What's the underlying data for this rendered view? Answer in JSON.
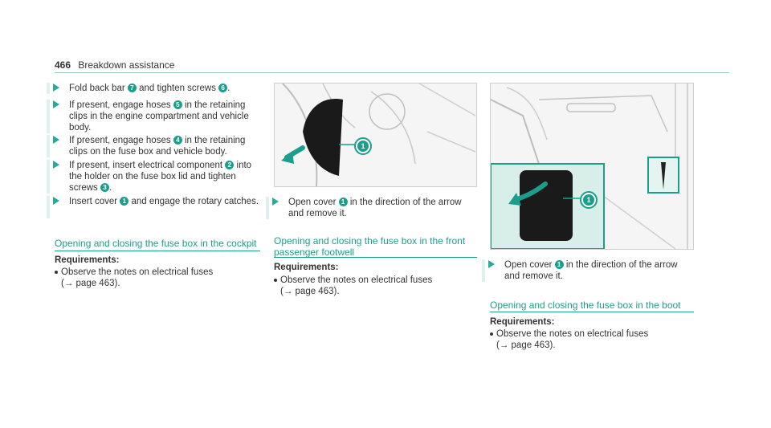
{
  "header": {
    "page_number": "466",
    "section": "Breakdown assistance"
  },
  "col1": {
    "steps": [
      {
        "pre": "Fold back bar ",
        "n1": "7",
        "mid": " and tighten screws ",
        "n2": "6",
        "post": "."
      },
      {
        "pre": "If present, engage hoses ",
        "n1": "5",
        "mid": " in the retaining clips in the engine compartment and vehicle body."
      },
      {
        "pre": "If present, engage hoses ",
        "n1": "4",
        "mid": " in the retaining clips on the fuse box and vehicle body."
      },
      {
        "pre": "If present, insert electrical component ",
        "n1": "2",
        "mid": " into the holder on the fuse box lid and tighten screws ",
        "n2": "3",
        "post": "."
      },
      {
        "pre": "Insert cover ",
        "n1": "1",
        "mid": " and engage the rotary catches."
      }
    ],
    "section_title": "Opening and closing the fuse box in the cockpit",
    "req_label": "Requirements:",
    "req_item": "Observe the notes on electrical fuses",
    "req_ref": "(→ page 463)."
  },
  "col2": {
    "figure_callout": "1",
    "step": {
      "pre": "Open cover ",
      "n1": "1",
      "mid": " in the direction of the arrow and remove it."
    },
    "section_title_1": "Opening and closing the fuse box in the front",
    "section_title_2": "passenger footwell",
    "req_label": "Requirements:",
    "req_item": "Observe the notes on electrical fuses",
    "req_ref": "(→ page 463)."
  },
  "col3": {
    "figure_callout": "1",
    "step": {
      "pre": "Open cover ",
      "n1": "1",
      "mid": " in the direction of the arrow and remove it."
    },
    "section_title": "Opening and closing the fuse box in the boot",
    "req_label": "Requirements:",
    "req_item": "Observe the notes on electrical fuses",
    "req_ref": "(→ page 463)."
  },
  "colors": {
    "accent": "#1d9e8c",
    "rule": "#9dc9c4",
    "bar": "#dff1ee"
  }
}
